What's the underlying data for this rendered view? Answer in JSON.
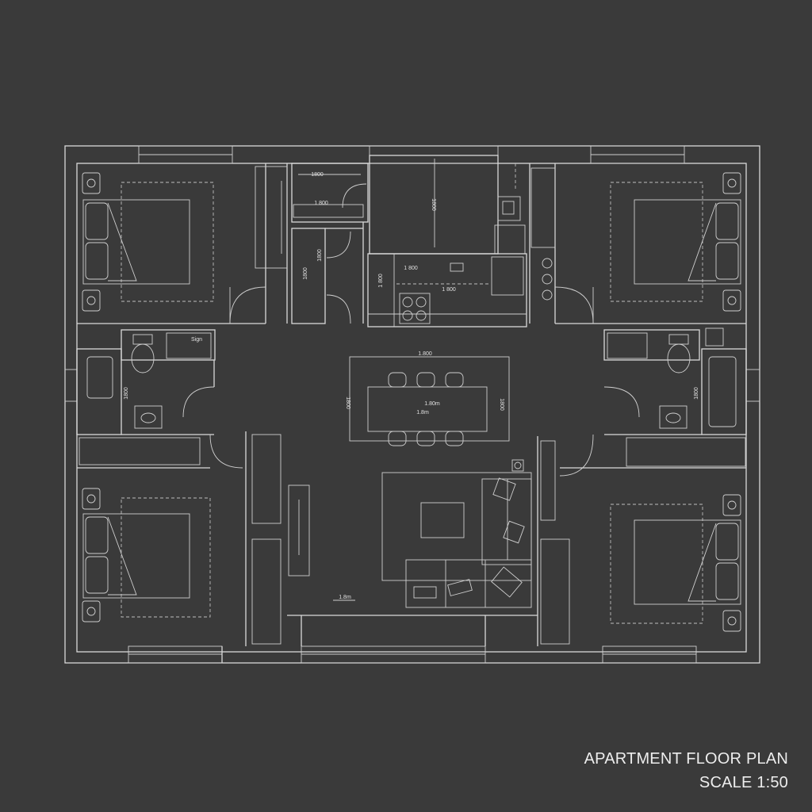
{
  "title_block": {
    "title": "APARTMENT FLOOR PLAN",
    "scale": "SCALE 1:50"
  },
  "dimensions": {
    "hall_width": "1800",
    "hall_depth": "1 800",
    "kitchen_depth": "1800",
    "kitchen_counter": "1 800",
    "kitchen_run": "1 800",
    "pantry": "1 800",
    "dining_width": "1.800",
    "dining_left": "1800",
    "dining_right": "1800",
    "table_a": "1.80m",
    "table_b": "1.8m",
    "bath_left": "1800",
    "bath_right": "1800",
    "living_mark": "1.8m",
    "closet_a": "1800",
    "closet_b": "1800",
    "sign": "Sign"
  },
  "colors": {
    "background": "#3a3a3a",
    "linework": "#d9d9d9",
    "text": "#ededed"
  }
}
